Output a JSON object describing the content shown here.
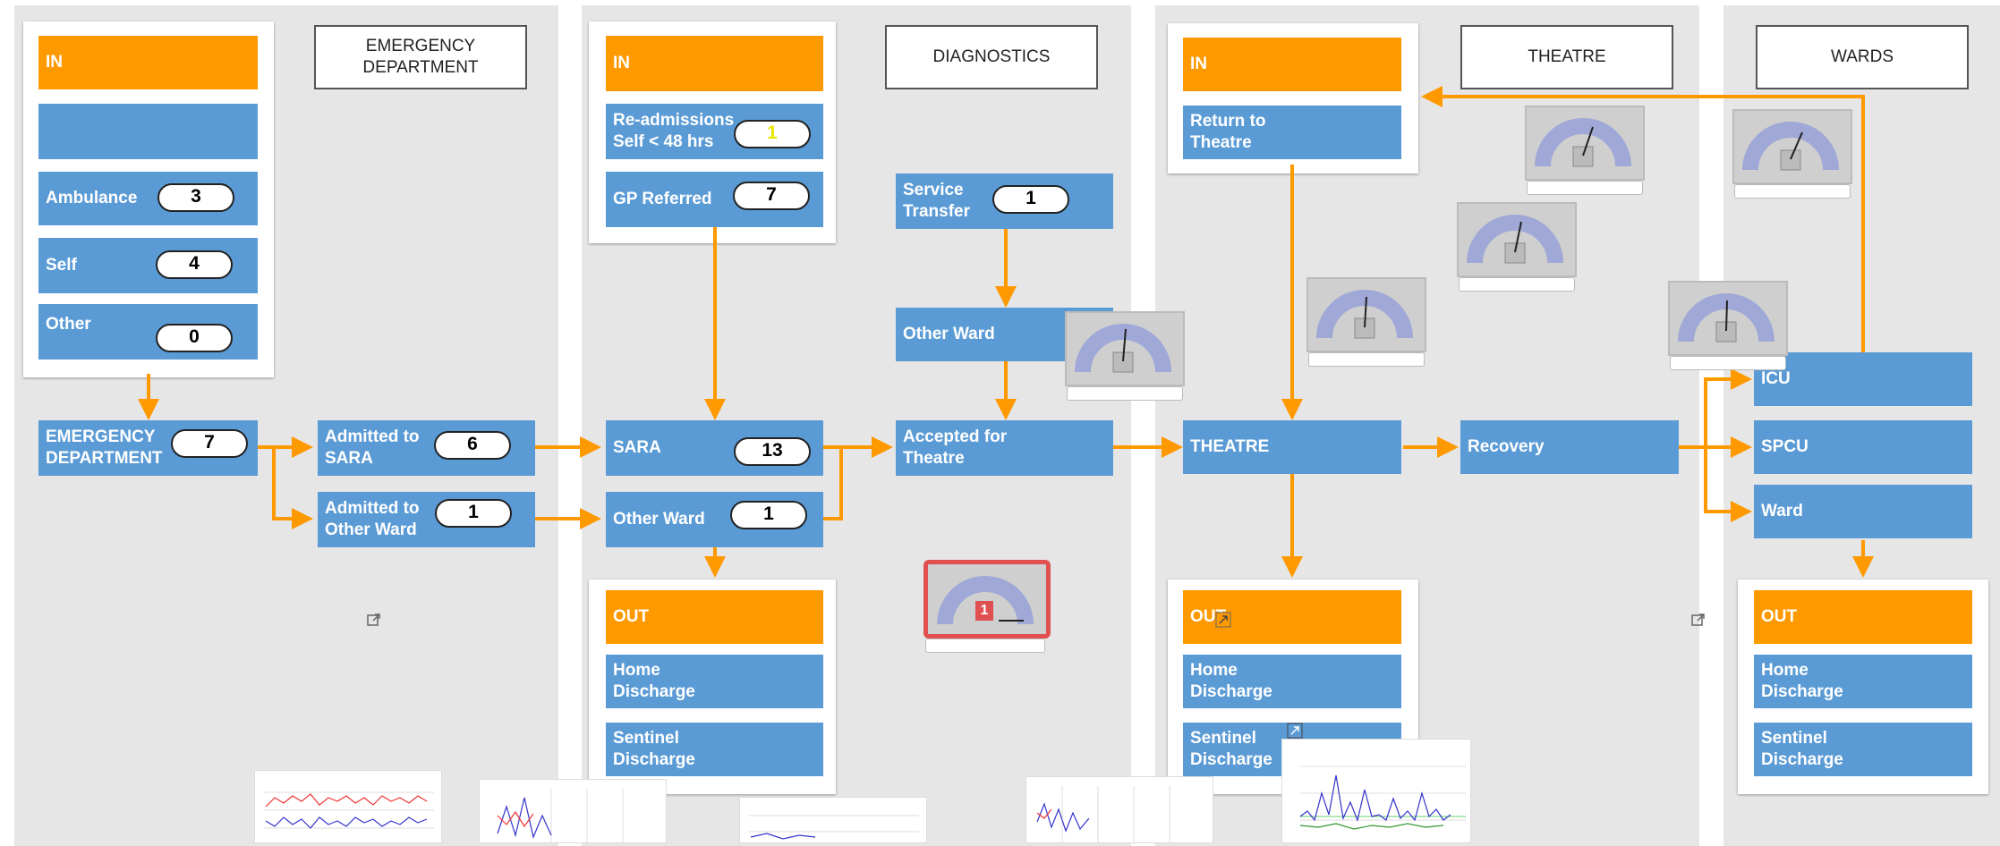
{
  "sections": {
    "emergency": "EMERGENCY DEPARTMENT",
    "diagnostics": "DIAGNOSTICS",
    "theatre": "THEATRE",
    "wards": "WARDS"
  },
  "ed": {
    "in": "IN",
    "blank": "",
    "ambulance": {
      "label": "Ambulance",
      "count": "3"
    },
    "self": {
      "label": "Self",
      "count": "4"
    },
    "other": {
      "label": "Other",
      "count": "0"
    },
    "department": {
      "label": "EMERGENCY DEPARTMENT",
      "count": "7"
    },
    "admitted_sara": {
      "label": "Admitted to SARA",
      "count": "6"
    },
    "admitted_other": {
      "label": "Admitted to Other Ward",
      "count": "1"
    }
  },
  "diagnostics": {
    "in": "IN",
    "readmissions": {
      "label": "Re-admissions Self < 48 hrs",
      "count": "1"
    },
    "gp": {
      "label": "GP Referred",
      "count": "7"
    },
    "service_transfer": {
      "label": "Service Transfer",
      "count": "1"
    },
    "other_ward_top": "Other Ward",
    "sara": {
      "label": "SARA",
      "count": "13"
    },
    "other_ward": {
      "label": "Other Ward",
      "count": "1"
    },
    "accepted": "Accepted for Theatre",
    "out": "OUT",
    "home": "Home Discharge",
    "sentinel": "Sentinel Discharge",
    "alert_gauge_value": "1"
  },
  "theatre": {
    "in": "IN",
    "return": "Return to Theatre",
    "theatre": "THEATRE",
    "recovery": "Recovery",
    "out": "OUT",
    "home": "Home Discharge",
    "sentinel": "Sentinel Discharge"
  },
  "wards": {
    "icu": "ICU",
    "spcu": "SPCU",
    "ward": "Ward",
    "out": "OUT",
    "home": "Home Discharge",
    "sentinel": "Sentinel Discharge"
  },
  "colors": {
    "orange": "#ff9900",
    "blue": "#5b9bd5",
    "alert": "#e05050",
    "panel": "#e6e6e6"
  }
}
